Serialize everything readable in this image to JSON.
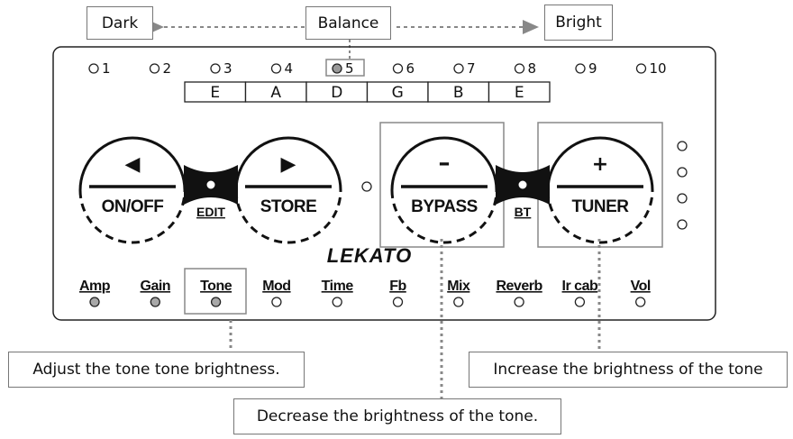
{
  "balance": {
    "dark_label": "Dark",
    "center_label": "Balance",
    "bright_label": "Bright"
  },
  "presets": {
    "numbers": [
      "1",
      "2",
      "3",
      "4",
      "5",
      "6",
      "7",
      "8",
      "9",
      "10"
    ],
    "active_index": 4
  },
  "tuner_strings": [
    "E",
    "A",
    "D",
    "G",
    "B",
    "E"
  ],
  "footswitches": {
    "on_off": {
      "label": "ON/OFF",
      "symbol": "◀"
    },
    "store": {
      "label": "STORE",
      "symbol": "▶"
    },
    "bypass": {
      "label": "BYPASS",
      "symbol": "–"
    },
    "tuner": {
      "label": "TUNER",
      "symbol": "+"
    },
    "edit_label": "EDIT",
    "bt_label": "BT"
  },
  "brand": "LEKATO",
  "params": {
    "labels": [
      "Amp",
      "Gain",
      "Tone",
      "Mod",
      "Time",
      "Fb",
      "Mix",
      "Reverb",
      "Ir cab",
      "Vol"
    ],
    "lit": [
      true,
      true,
      true,
      false,
      false,
      false,
      false,
      false,
      false,
      false
    ],
    "highlighted_index": 2
  },
  "callouts": {
    "tone": "Adjust the tone tone brightness.",
    "bypass": "Decrease the brightness of the tone.",
    "tuner": "Increase the brightness of the tone"
  },
  "colors": {
    "lit_led": "#a8a8a8",
    "outline": "#222222",
    "callout_border": "#777777",
    "dotted_line": "#888888"
  }
}
